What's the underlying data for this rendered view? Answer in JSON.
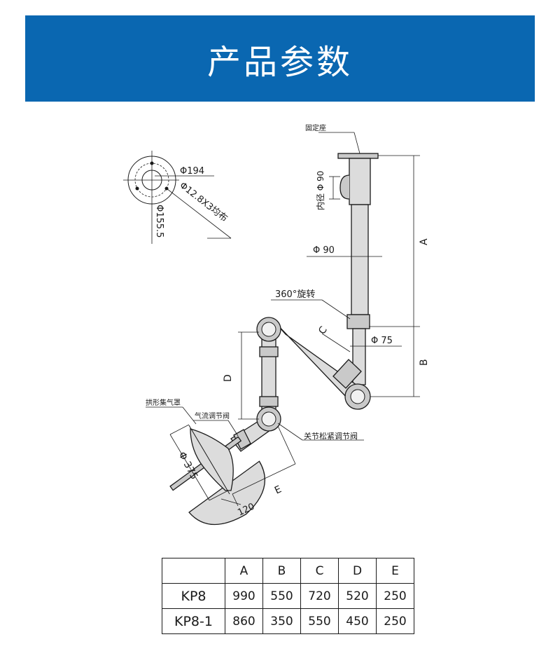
{
  "header": {
    "title": "产品参数"
  },
  "diagram": {
    "labels": {
      "mount_base": "固定座",
      "flange_outer": "Φ194",
      "flange_holes": "Φ12.8X3均布",
      "flange_pcd": "Φ155.5",
      "inner_dia": "内径 Φ 90",
      "pipe_dia_90": "Φ 90",
      "rotation": "360°旋转",
      "pipe_dia_75": "Φ 75",
      "hood": "拱形集气罩",
      "airflow_valve": "气流调节阀",
      "tension_valve": "关节松紧调节阀",
      "hood_dia": "Φ 375",
      "dim_120": "120",
      "dim_A": "A",
      "dim_B": "B",
      "dim_C": "C",
      "dim_D": "D",
      "dim_E": "E"
    }
  },
  "table": {
    "columns": [
      "",
      "A",
      "B",
      "C",
      "D",
      "E"
    ],
    "rows": [
      {
        "model": "KP8",
        "values": [
          "990",
          "550",
          "720",
          "520",
          "250"
        ]
      },
      {
        "model": "KP8-1",
        "values": [
          "860",
          "350",
          "550",
          "450",
          "250"
        ]
      }
    ]
  }
}
